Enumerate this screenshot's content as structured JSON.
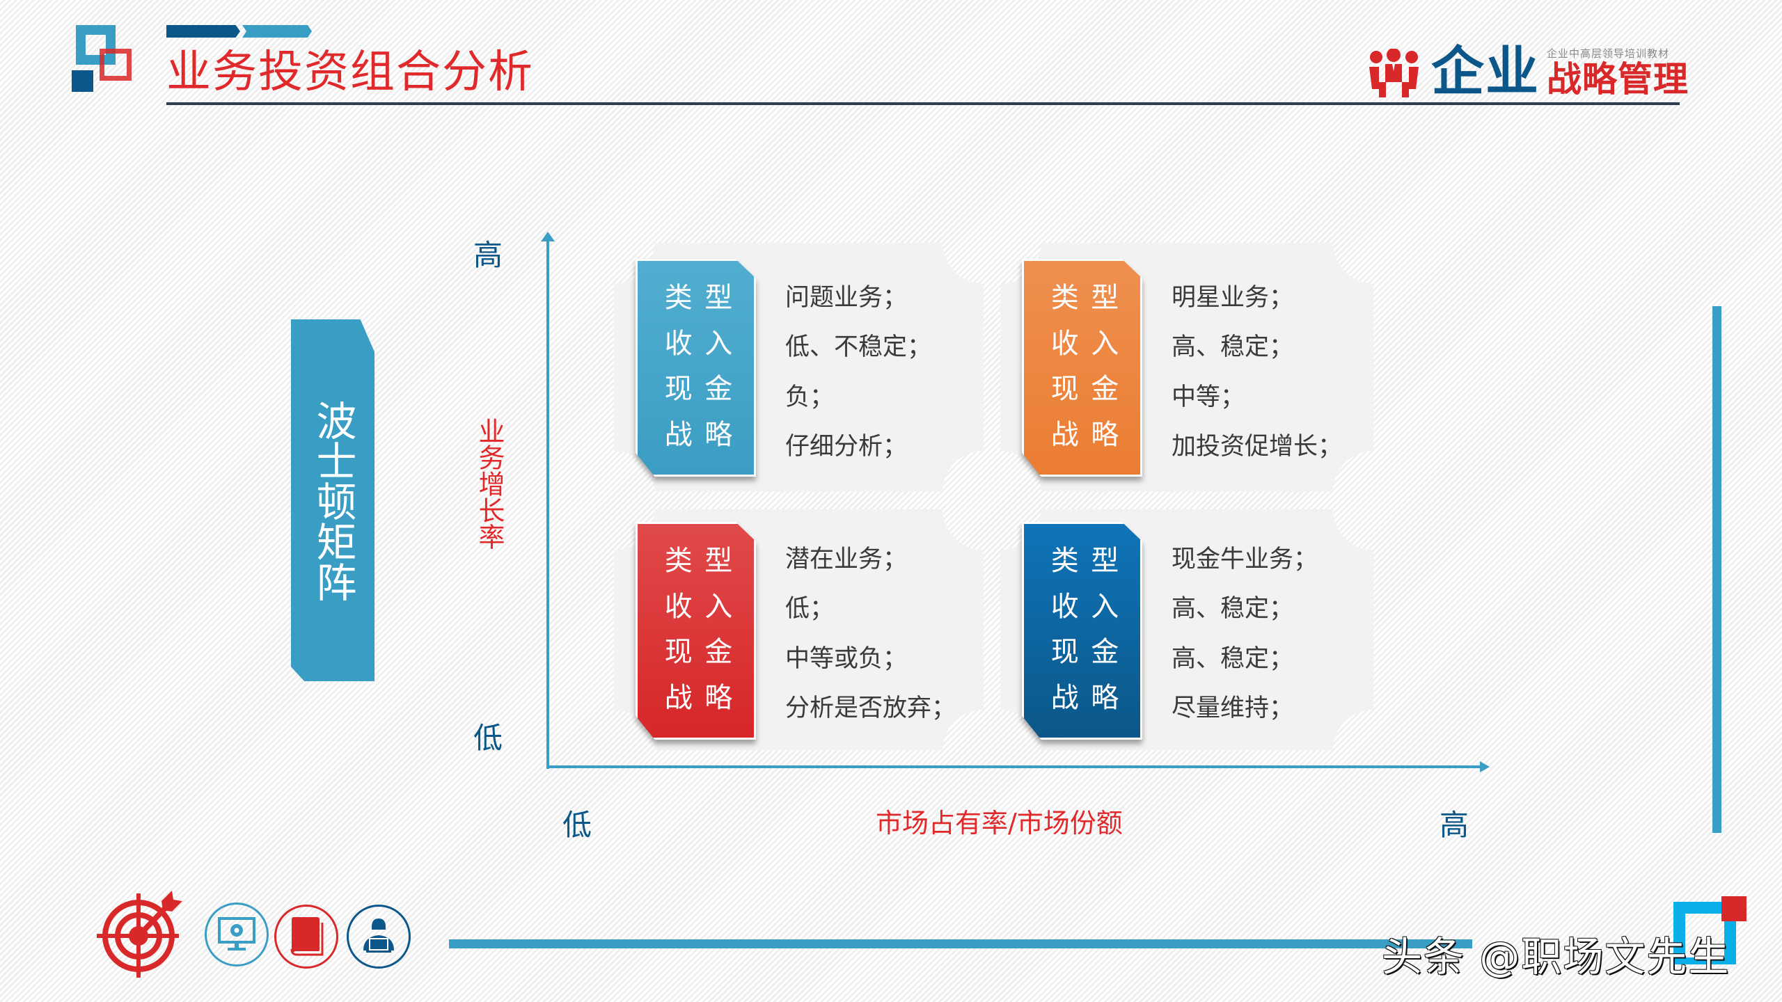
{
  "header": {
    "title": "业务投资组合分析",
    "brand": {
      "main": "企业",
      "tagline": "企业中高层领导培训教材",
      "sub": "战略管理"
    }
  },
  "banner": {
    "label": "波士顿矩阵"
  },
  "axes": {
    "y": {
      "high": "高",
      "low": "低",
      "title": "业务增长率"
    },
    "x": {
      "low": "低",
      "high": "高",
      "title": "市场占有率/市场份额"
    }
  },
  "tag_labels": [
    "类",
    "型",
    "收",
    "入",
    "现",
    "金",
    "战",
    "略"
  ],
  "quadrants": [
    {
      "position": "top-left",
      "color": "#3b9dc4",
      "lines": [
        "问题业务；",
        "低、不稳定；",
        "负；",
        "仔细分析；"
      ]
    },
    {
      "position": "top-right",
      "color": "#eb7d32",
      "lines": [
        "明星业务；",
        "高、稳定；",
        "中等；",
        "加投资促增长；"
      ]
    },
    {
      "position": "bottom-left",
      "color": "#d72629",
      "lines": [
        "潜在业务；",
        "低；",
        "中等或负；",
        "分析是否放弃；"
      ]
    },
    {
      "position": "bottom-right",
      "color": "#0c5789",
      "lines": [
        "现金牛业务；",
        "高、稳定；",
        "高、稳定；",
        "尽量维持；"
      ]
    }
  ],
  "footer": {
    "icons": [
      "target-icon",
      "monitor-gear-icon",
      "book-icon",
      "presenter-laptop-icon"
    ],
    "watermark": "头条 @职场文先生"
  },
  "colors": {
    "accent_blue": "#3a9ec4",
    "dark_blue": "#0c5789",
    "red": "#e0292b",
    "orange": "#eb7d32"
  }
}
